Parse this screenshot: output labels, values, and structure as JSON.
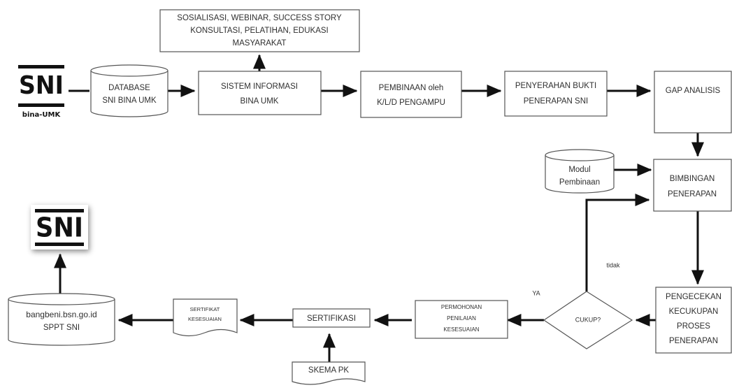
{
  "logo_top": {
    "brand": "SNI",
    "subtitle": "bina-UMK"
  },
  "logo_bottom": {
    "brand": "SNI"
  },
  "nodes": {
    "outreach": [
      "SOSIALISASI, WEBINAR, SUCCESS STORY",
      "KONSULTASI, PELATIHAN, EDUKASI",
      "MASYARAKAT"
    ],
    "database": [
      "DATABASE",
      "SNI BINA UMK"
    ],
    "sistem_informasi": [
      "SISTEM INFORMASI",
      "BINA UMK"
    ],
    "pembinaan": [
      "PEMBINAAN oleh",
      "K/L/D PENGAMPU"
    ],
    "penyerahan": [
      "PENYERAHAN BUKTI",
      "PENERAPAN SNI"
    ],
    "gap_analisis": [
      "GAP ANALISIS"
    ],
    "modul": [
      "Modul",
      "Pembinaan"
    ],
    "bimbingan": [
      "BIMBINGAN",
      "PENERAPAN"
    ],
    "pengecekan": [
      "PENGECEKAN",
      "KECUKUPAN",
      "PROSES",
      "PENERAPAN"
    ],
    "cukup": [
      "CUKUP?"
    ],
    "permohonan": [
      "PERMOHONAN",
      "PENILAIAN",
      "KESESUAIAN"
    ],
    "sertifikasi": [
      "SERTIFIKASI"
    ],
    "skema": [
      "SKEMA PK"
    ],
    "sertifikat": [
      "SERTIFIKAT",
      "KESESUAIAN"
    ],
    "bangbeni": [
      "bangbeni.bsn.go.id",
      "SPPT SNI"
    ]
  },
  "edge_labels": {
    "tidak": "tidak",
    "ya": "YA"
  }
}
